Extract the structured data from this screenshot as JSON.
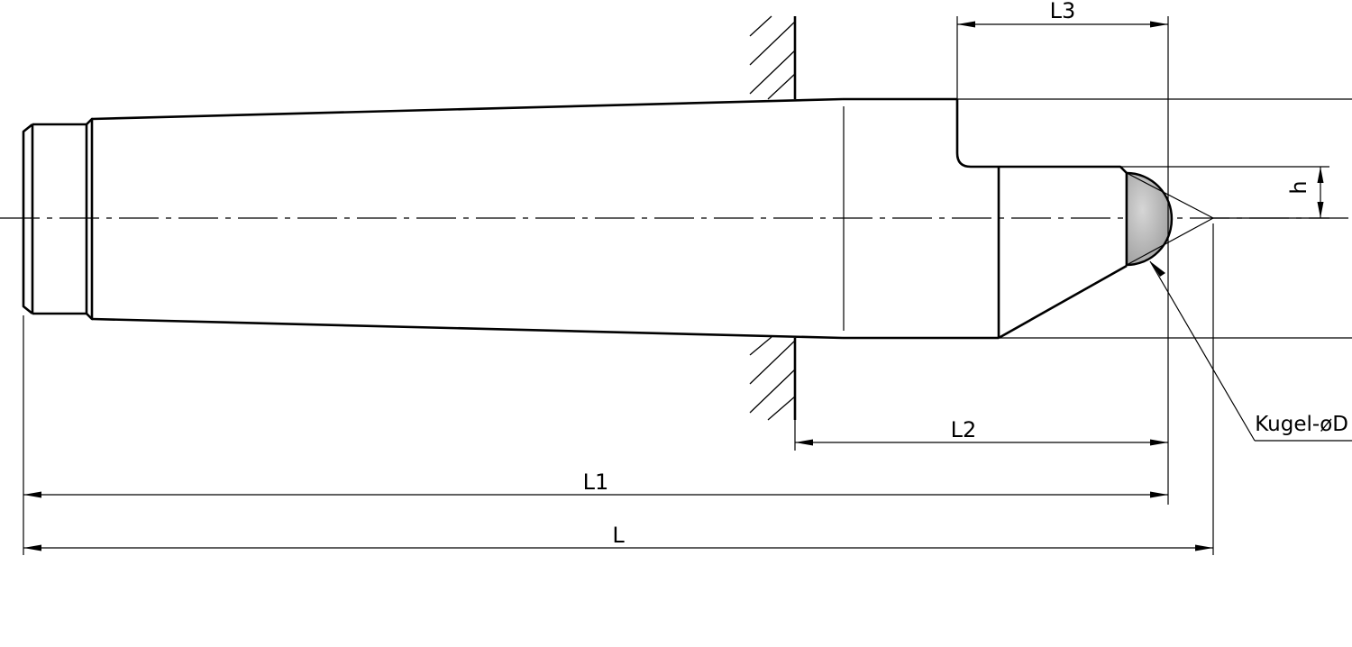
{
  "labels": {
    "L": "L",
    "L1": "L1",
    "L2": "L2",
    "L3": "L3",
    "h": "h",
    "ball": "Kugel-øD"
  },
  "colors": {
    "line": "#000000",
    "ball_fill": "#b0b0b0",
    "background": "#ffffff"
  }
}
